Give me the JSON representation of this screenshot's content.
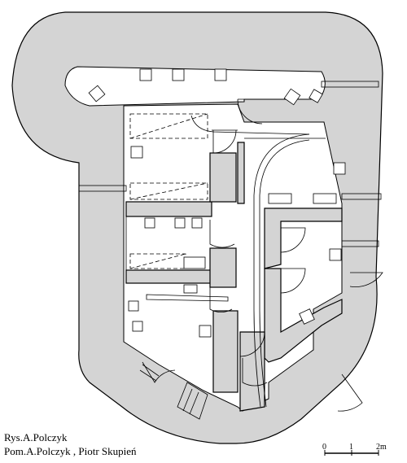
{
  "credits": {
    "drawing": "Rys.A.Polczyk",
    "survey": "Pom.A.Polczyk , Piotr Skupień"
  },
  "scale_bar": {
    "ticks": [
      "0",
      "1",
      "2m"
    ]
  }
}
